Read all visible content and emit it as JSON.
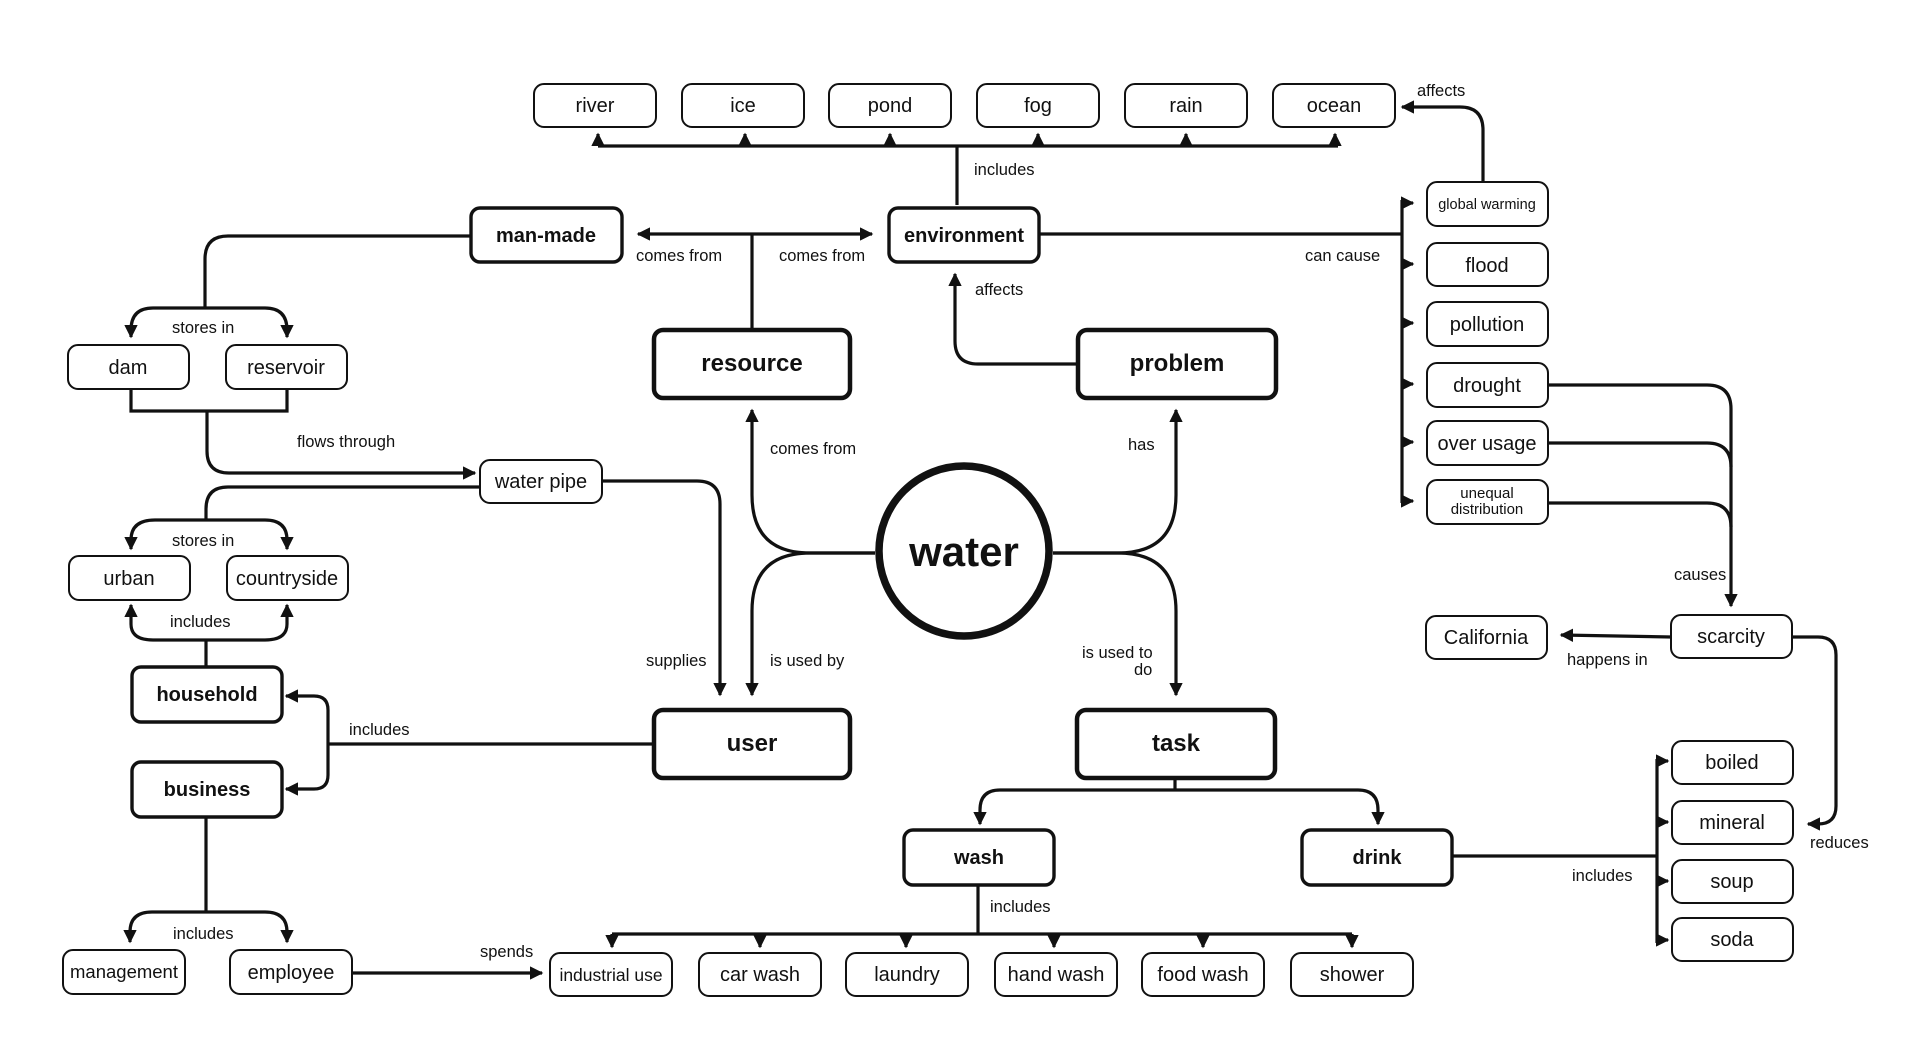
{
  "center": "water",
  "nodes": {
    "river": "river",
    "ice": "ice",
    "pond": "pond",
    "fog": "fog",
    "rain": "rain",
    "ocean": "ocean",
    "man_made": "man-made",
    "environment": "environment",
    "resource": "resource",
    "problem": "problem",
    "dam": "dam",
    "reservoir": "reservoir",
    "water_pipe": "water pipe",
    "urban": "urban",
    "countryside": "countryside",
    "household": "household",
    "business": "business",
    "management": "management",
    "employee": "employee",
    "user": "user",
    "task": "task",
    "wash": "wash",
    "drink": "drink",
    "industrial_use": "industrial use",
    "car_wash": "car wash",
    "laundry": "laundry",
    "hand_wash": "hand wash",
    "food_wash": "food wash",
    "shower": "shower",
    "global_warming": "global warming",
    "flood": "flood",
    "pollution": "pollution",
    "drought": "drought",
    "over_usage": "over usage",
    "unequal_distribution_1": "unequal",
    "unequal_distribution_2": "distribution",
    "scarcity": "scarcity",
    "california": "California",
    "boiled": "boiled",
    "mineral": "mineral",
    "soup": "soup",
    "soda": "soda"
  },
  "edge_labels": {
    "includes_env": "includes",
    "affects_top": "affects",
    "comes_from_left": "comes from",
    "comes_from_right": "comes from",
    "can_cause": "can cause",
    "affects_problem": "affects",
    "stores_in_1": "stores in",
    "flows_through": "flows through",
    "comes_from_center": "comes from",
    "has": "has",
    "stores_in_2": "stores in",
    "includes_household": "includes",
    "supplies": "supplies",
    "is_used_by": "is used by",
    "is_used_to_do_1": "is used to",
    "is_used_to_do_2": "do",
    "causes": "causes",
    "happens_in": "happens in",
    "includes_user": "includes",
    "reduces": "reduces",
    "includes_drink": "includes",
    "includes_wash": "includes",
    "includes_business": "includes",
    "spends": "spends"
  }
}
